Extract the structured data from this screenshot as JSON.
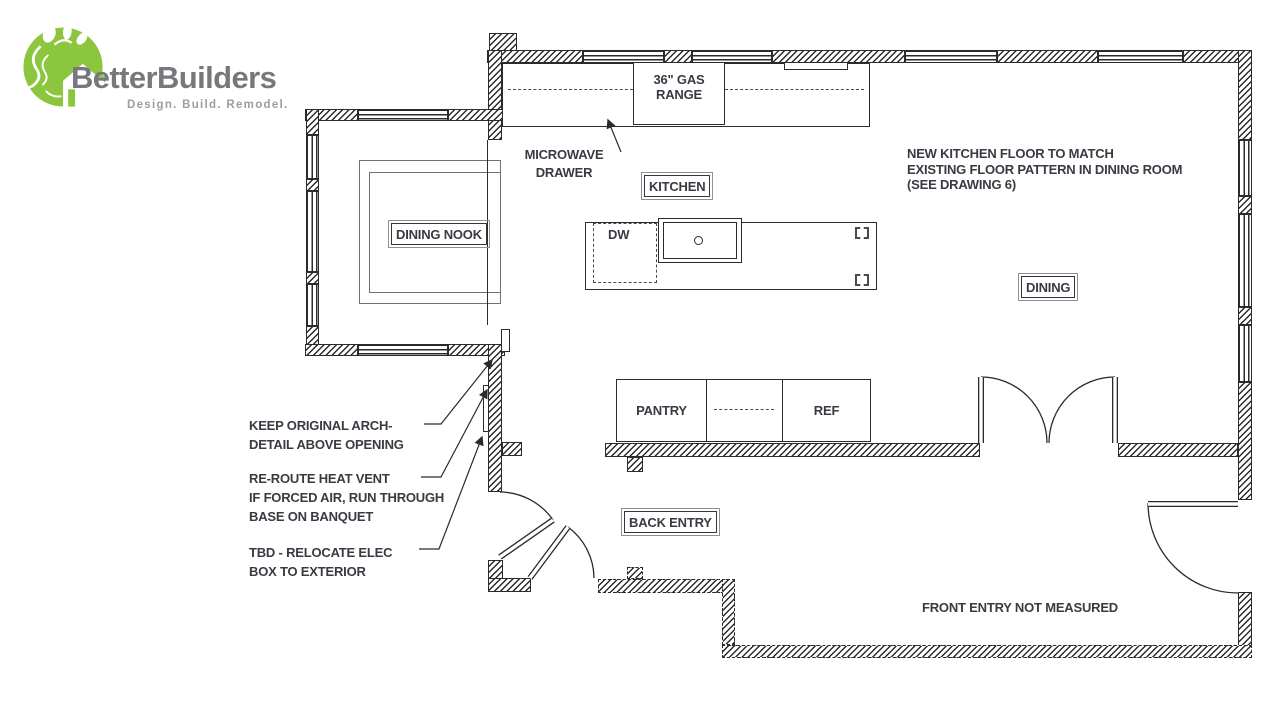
{
  "logo": {
    "brand": "BetterBuilders",
    "tagline": "Design. Build. Remodel."
  },
  "colors": {
    "line": "#2b2b2b",
    "text": "#383b42",
    "logo_green": "#8cc63e",
    "logo_text": "#77787b",
    "logo_tagline": "#9b9da0"
  },
  "labels": {
    "kitchen": "KITCHEN",
    "dining_nook": "DINING NOOK",
    "dining": "DINING",
    "back_entry": "BACK ENTRY",
    "dw": "DW",
    "pantry": "PANTRY",
    "ref": "REF",
    "range_line1": "36\" GAS",
    "range_line2": "RANGE"
  },
  "notes": {
    "microwave_line1": "MICROWAVE",
    "microwave_line2": "DRAWER",
    "floor_line1": "NEW KITCHEN FLOOR TO MATCH",
    "floor_line2": "EXISTING FLOOR PATTERN IN DINING ROOM",
    "floor_line3": "(SEE DRAWING 6)",
    "arch_line1": "KEEP ORIGINAL ARCH-",
    "arch_line2": "DETAIL ABOVE OPENING",
    "vent_line1": "RE-ROUTE HEAT VENT",
    "vent_line2": "IF FORCED AIR, RUN THROUGH",
    "vent_line3": "BASE ON BANQUET",
    "elec_line1": "TBD - RELOCATE ELEC",
    "elec_line2": "BOX TO EXTERIOR",
    "front_entry": "FRONT ENTRY NOT MEASURED"
  }
}
